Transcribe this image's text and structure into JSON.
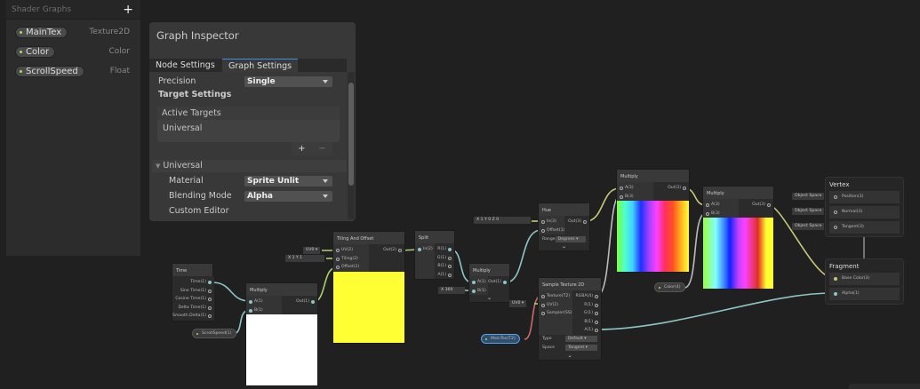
{
  "blackboard": {
    "title": "Shader Graphs",
    "add_label": "+",
    "properties": [
      {
        "name": "MainTex",
        "type": "Texture2D"
      },
      {
        "name": "Color",
        "type": "Color"
      },
      {
        "name": "ScrollSpeed",
        "type": "Float"
      }
    ]
  },
  "inspector": {
    "title": "Graph Inspector",
    "tabs": [
      "Node Settings",
      "Graph Settings"
    ],
    "precision_label": "Precision",
    "precision_value": "Single",
    "target_settings": "Target Settings",
    "active_targets": "Active Targets",
    "target": "Universal",
    "add": "+",
    "remove": "−",
    "section": "Universal",
    "material_label": "Material",
    "material_value": "Sprite Unlit",
    "blending_label": "Blending Mode",
    "blending_value": "Alpha",
    "custom_editor": "Custom Editor"
  },
  "nodes": {
    "time": {
      "title": "Time",
      "inputs": [],
      "outputs": [
        "Time(1)",
        "Sine Time(1)",
        "Cosine Time(1)",
        "Delta Time(1)",
        "Smooth Delta(1)"
      ]
    },
    "mul1": {
      "title": "Multiply",
      "inputs": [
        "A(1)",
        "B(1)"
      ],
      "outputs": [
        "Out(1)"
      ]
    },
    "tiling": {
      "title": "Tiling And Offset",
      "inputs": [
        "UV(2)",
        "Tiling(2)",
        "Offset(2)"
      ],
      "outputs": [
        "Out(2)"
      ]
    },
    "split": {
      "title": "Split",
      "inputs": [
        "In(2)"
      ],
      "outputs": [
        "R(1)",
        "G(1)",
        "B(1)",
        "A(1)"
      ]
    },
    "mul2": {
      "title": "Multiply",
      "inputs": [
        "A(1)",
        "B(1)"
      ],
      "outputs": [
        "Out(1)"
      ]
    },
    "hue": {
      "title": "Hue",
      "inputs": [
        "In(3)",
        "Offset(1)"
      ],
      "outputs": [
        "Out(3)"
      ],
      "controls": [
        {
          "label": "Range",
          "value": "Degrees"
        }
      ]
    },
    "sample": {
      "title": "Sample Texture 2D",
      "inputs": [
        "Texture(T2)",
        "UV(2)",
        "Sampler(SS)"
      ],
      "outputs": [
        "RGBA(4)",
        "R(1)",
        "G(1)",
        "B(1)",
        "A(1)"
      ],
      "controls": [
        {
          "label": "Type",
          "value": "Default"
        },
        {
          "label": "Space",
          "value": "Tangent"
        }
      ]
    },
    "mul3": {
      "title": "Multiply",
      "inputs": [
        "A(3)",
        "B(3)"
      ],
      "outputs": [
        "Out(3)"
      ]
    },
    "mul4": {
      "title": "Multiply",
      "inputs": [
        "A(3)",
        "B(3)"
      ],
      "outputs": [
        "Out(3)"
      ]
    }
  },
  "fields": {
    "uv0a": "UV0 ▾",
    "tiling_xy": "X 1   Y 1",
    "hue_xyz": "X 1   Y 0   Z 0",
    "x360": "X 360",
    "uv0b": "UV0 ▾",
    "os1": "Object Space",
    "os2": "Object Space",
    "os3": "Object Space"
  },
  "pills": {
    "scroll": "ScrollSpeed(1)",
    "maintex": "MainTex(T2)",
    "color": "Color(4)"
  },
  "vertex": {
    "title": "Vertex",
    "blocks": [
      "Position(3)",
      "Normal(3)",
      "Tangent(3)"
    ]
  },
  "fragment": {
    "title": "Fragment",
    "blocks": [
      "Base Color(3)",
      "Alpha(1)"
    ]
  },
  "colors": {
    "teal": "#8ec5c5",
    "yellow": "#c8c87a",
    "green": "#a8d070",
    "gray": "#bbbbbb",
    "red": "#c96a6a",
    "accent": "#3d8ee6"
  }
}
